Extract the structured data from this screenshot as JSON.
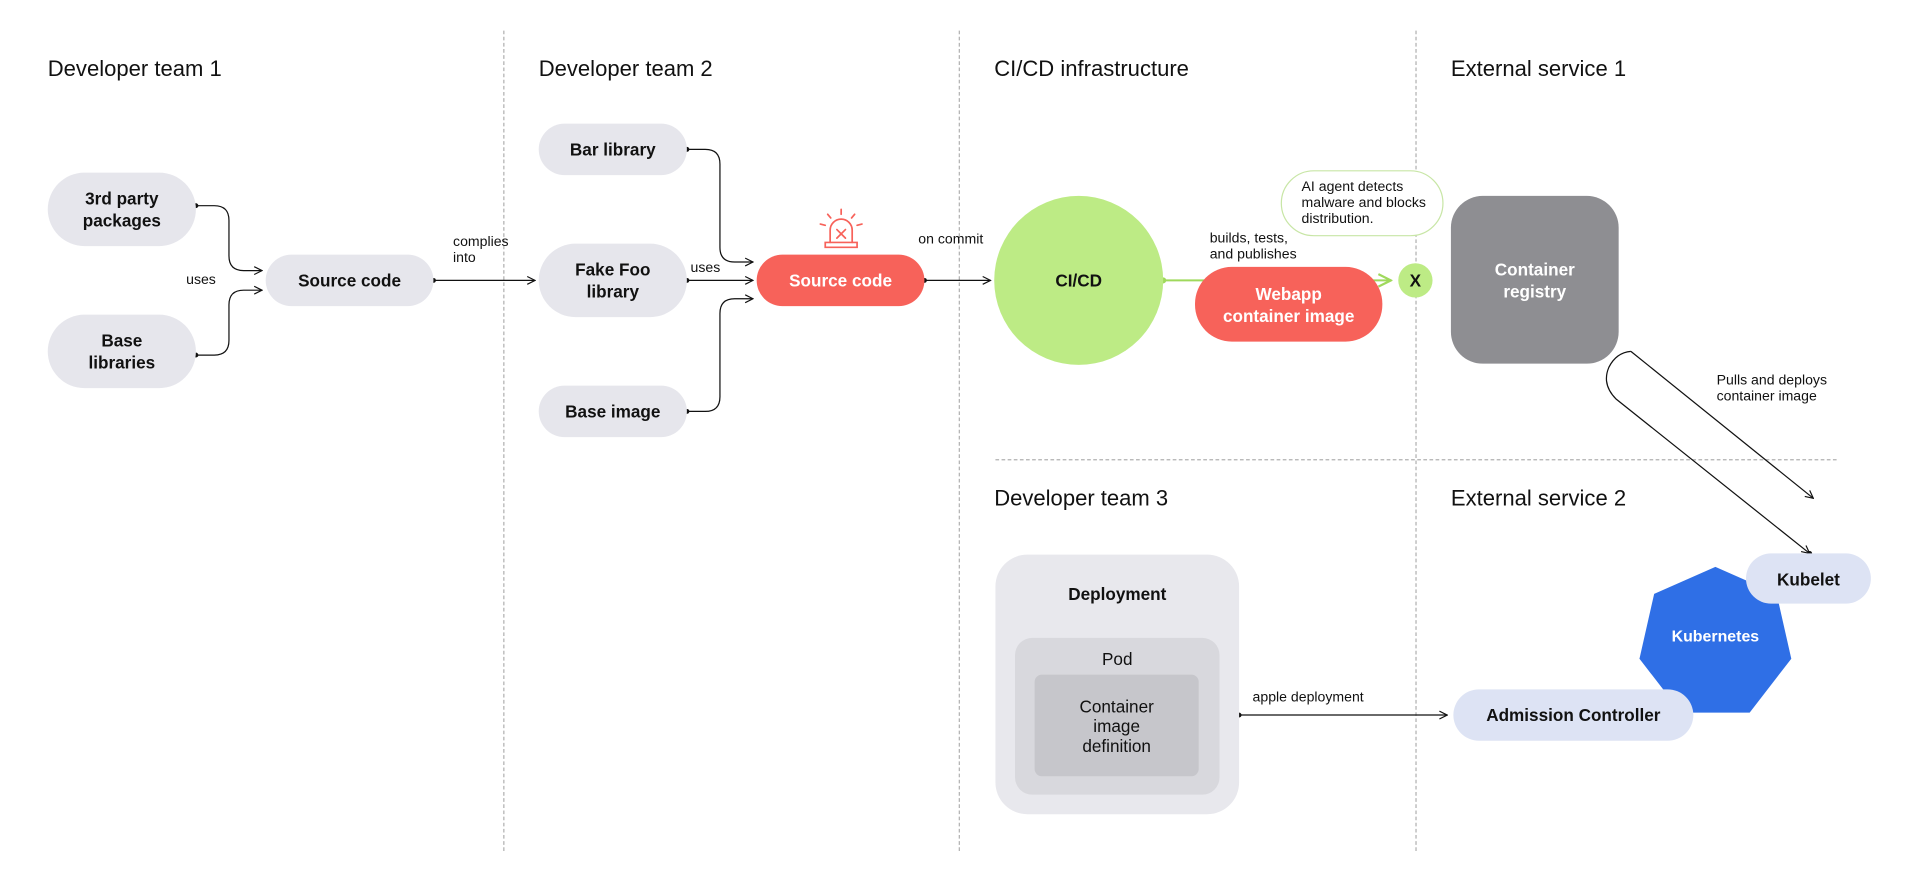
{
  "headers": {
    "team1": "Developer team 1",
    "team2": "Developer team 2",
    "cicd_infra": "CI/CD infrastructure",
    "external1": "External service 1",
    "team3": "Developer team 3",
    "external2": "External service 2"
  },
  "nodes": {
    "third_party": "3rd party packages",
    "base_libraries": "Base libraries",
    "source_code_1": "Source code",
    "bar_library": "Bar library",
    "fake_foo_library": "Fake Foo library",
    "base_image": "Base image",
    "source_code_2": "Source code",
    "cicd": "CI/CD",
    "webapp_image": "Webapp container image",
    "block_x": "X",
    "ai_agent": "AI agent detects malware and blocks distribution.",
    "container_registry": "Container registry",
    "deployment": "Deployment",
    "pod": "Pod",
    "container_def": "Container image definition",
    "kubernetes": "Kubernetes",
    "kubelet": "Kubelet",
    "admission_controller": "Admission Controller"
  },
  "edge_labels": {
    "uses_1": "uses",
    "complies_into": "complies\ninto",
    "uses_2": "uses",
    "on_commit": "on commit",
    "builds_tests": "builds, tests,\nand publishes",
    "pulls_deploys": "Pulls and deploys\ncontainer image",
    "apple_deployment": "apple deployment"
  },
  "colors": {
    "node_gray": "#e6e6ec",
    "alert_red": "#f7625a",
    "cicd_green": "#bdeb85",
    "registry_gray": "#8e8e92",
    "kubernetes_blue": "#2f6fe6",
    "k8s_light": "#dde3f4",
    "deploy_bg": "#e8e8ed",
    "pod_bg": "#d8d8dd",
    "container_bg": "#c6c6cb"
  }
}
